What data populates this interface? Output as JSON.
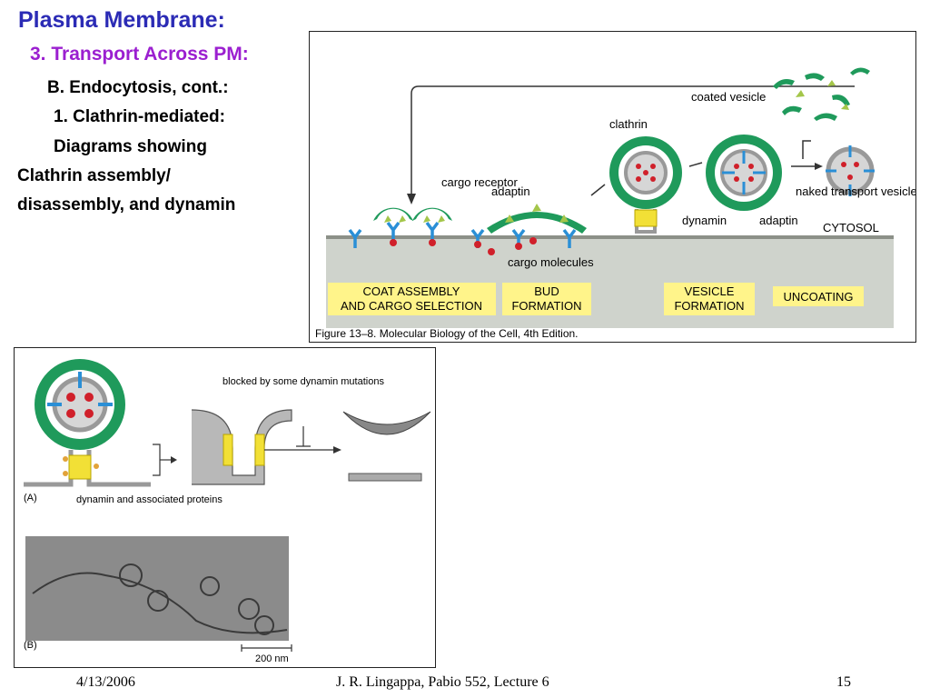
{
  "slide": {
    "title": "Plasma Membrane:",
    "heading": "3.  Transport Across PM:",
    "subheading": "B.  Endocytosis, cont.:",
    "item": "1.  Clathrin-mediated:",
    "desc1": "Diagrams showing",
    "desc2": "Clathrin assembly/",
    "desc3": "disassembly, and dynamin"
  },
  "figure1": {
    "labels": {
      "coated_vesicle": "coated\nvesicle",
      "clathrin": "clathrin",
      "cargo_receptor": "cargo\nreceptor",
      "adaptin_top": "adaptin",
      "naked_transport_vesicle": "naked transport\nvesicle",
      "dynamin": "dynamin",
      "adaptin_bottom": "adaptin",
      "cytosol": "CYTOSOL",
      "cargo_molecules": "cargo molecules"
    },
    "stages": [
      "COAT ASSEMBLY\nAND CARGO SELECTION",
      "BUD\nFORMATION",
      "VESICLE\nFORMATION",
      "UNCOATING"
    ],
    "caption": "Figure 13–8. Molecular Biology of the Cell, 4th Edition."
  },
  "figure2": {
    "blocked": "blocked by\nsome\ndynamin\nmutations",
    "panel_a": "(A)",
    "dynamin_label": "dynamin\nand associated\nproteins",
    "panel_b": "(B)",
    "scale": "200 nm"
  },
  "footer": {
    "date": "4/13/2006",
    "course": "J. R. Lingappa, Pabio 552, Lecture 6",
    "page": "15"
  },
  "colors": {
    "title": "#2b2bb5",
    "heading": "#9b1fd0",
    "clathrin": "#1f9a5b",
    "adaptin": "#a4c64a",
    "receptor": "#2a8fd6",
    "cargo": "#d0202a",
    "dynamin": "#f2e036",
    "stage_box": "#fff48a",
    "cytoplasm": "#cfd3cc"
  }
}
